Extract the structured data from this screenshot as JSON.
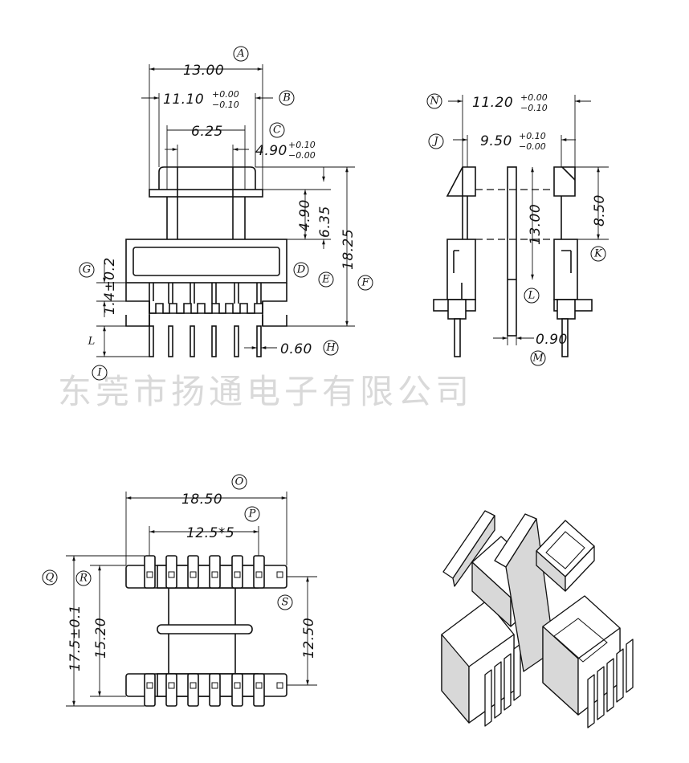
{
  "watermark": "东莞市扬通电子有限公司",
  "front_view": {
    "dims": {
      "A": "13.00",
      "B": "11.10",
      "B_tol_plus": "+0.00",
      "B_tol_minus": "−0.10",
      "C_spacing": "6.25",
      "C": "4.90",
      "C_tol_plus": "+0.10",
      "C_tol_minus": "−0.00",
      "D": "4.90",
      "E": "6.35",
      "F": "18.25",
      "G": "1.4±0.2",
      "H": "0.60"
    },
    "labels": [
      "A",
      "B",
      "C",
      "D",
      "E",
      "F",
      "G",
      "H",
      "I",
      "L"
    ]
  },
  "side_view": {
    "dims": {
      "N": "11.20",
      "N_tol_plus": "+0.00",
      "N_tol_minus": "−0.10",
      "J": "9.50",
      "J_tol_plus": "+0.10",
      "J_tol_minus": "−0.00",
      "K": "8.50",
      "L": "13.00",
      "M": "0.90"
    },
    "labels": [
      "N",
      "J",
      "K",
      "L",
      "M"
    ]
  },
  "bottom_view": {
    "dims": {
      "O": "18.50",
      "P": "12.5*5",
      "Q": "17.5±0.1",
      "R": "15.20",
      "S": "12.50"
    },
    "labels": [
      "O",
      "P",
      "Q",
      "R",
      "S"
    ]
  },
  "isometric_view": {}
}
